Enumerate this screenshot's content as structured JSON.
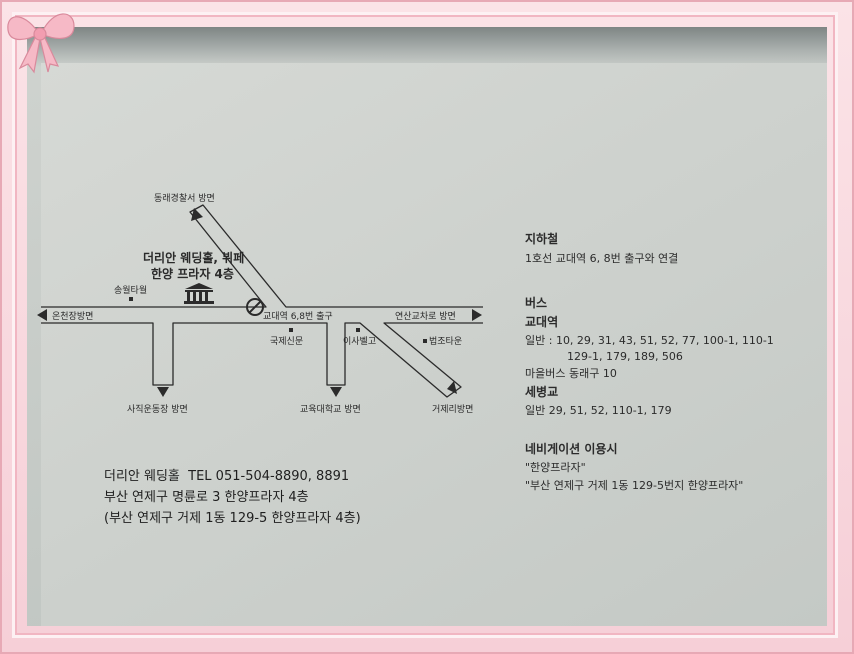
{
  "colors": {
    "frame": "#f7d6dc",
    "bow": "#f2a4b4",
    "ink": "#2a2a2a",
    "paper": "#cfd3cf"
  },
  "map": {
    "venue_name": "더리안 웨딩홀, 뷔페",
    "venue_building": "한양 프라자 4층",
    "venue_icon": "building-icon",
    "station_label": "교대역 6,8번 출구",
    "no_entry_icon": "no-entry-icon",
    "landmarks": {
      "songwol": "송월타월",
      "gukje": "국제신문",
      "isa": "이사벨고",
      "beopjo": "법조타운"
    },
    "directions": {
      "north": "동래경찰서 방면",
      "west": "온천장방면",
      "east": "연산교차로 방면",
      "sajik": "사직운동장 방면",
      "edu": "교육대학교 방면",
      "geoje": "거제리방면"
    }
  },
  "info": {
    "subway": {
      "heading": "지하철",
      "line": "1호선 교대역 6, 8번 출구와 연결"
    },
    "bus": {
      "heading": "버스",
      "stop1": "교대역",
      "general1": "일반 : 10, 29, 31, 43, 51, 52, 77, 100-1, 110-1",
      "general1_cont": "129-1, 179, 189, 506",
      "village": "마을버스 동래구 10",
      "stop2": "세병교",
      "general2": "일반 29, 51, 52, 110-1, 179"
    },
    "navigation": {
      "heading": "네비게이션 이용시",
      "query1": "\"한양프라자\"",
      "query2": "\"부산 연제구 거제 1동 129-5번지 한양프라자\""
    }
  },
  "address": {
    "line1": "더리안 웨딩홀  TEL 051-504-8890, 8891",
    "line2": "부산 연제구 명륜로 3 한양프라자 4층",
    "line3": "(부산 연제구 거제 1동 129-5 한양프라자 4층)"
  }
}
